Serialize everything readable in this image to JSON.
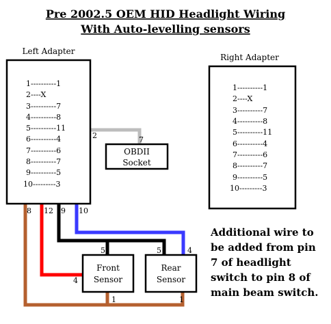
{
  "title_line1": "Pre 2002.5 OEM HID Headlight Wiring",
  "title_line2": "With Auto-levelling sensors",
  "left_adapter": {
    "label": "Left Adapter",
    "pins": [
      "1----------1",
      "2----X",
      "3----------7",
      "4----------8",
      "5----------11",
      "6----------4",
      "7----------6",
      "8----------7",
      "9----------5",
      "10---------3"
    ]
  },
  "right_adapter": {
    "label": "Right Adapter",
    "pins": [
      "1----------1",
      "2----X",
      "3----------7",
      "4----------8",
      "5----------11",
      "6----------4",
      "7----------6",
      "8----------7",
      "9----------5",
      "10---------3"
    ]
  },
  "obdii": {
    "line1": "OBDII",
    "line2": "Socket",
    "pin_left": "2",
    "pin_right": "7"
  },
  "front_sensor": {
    "line1": "Front",
    "line2": "Sensor",
    "pin_top": "5",
    "pin_left": "4",
    "pin_bottom": "1"
  },
  "rear_sensor": {
    "line1": "Rear",
    "line2": "Sensor",
    "pin_top": "5",
    "pin_right": "4",
    "pin_bottom": "1"
  },
  "wire_labels": {
    "w8": "8",
    "w12": "12",
    "w9": "9",
    "w10": "10"
  },
  "note": [
    "Additional wire to",
    "be added from pin",
    "7 of headlight",
    "switch to pin 8 of",
    "main beam switch."
  ],
  "colors": {
    "grey_wire": "#bdbdbd",
    "brown_wire": "#b5602f",
    "red_wire": "#ff0000",
    "black_wire": "#000000",
    "blue_wire": "#3a3aff"
  }
}
